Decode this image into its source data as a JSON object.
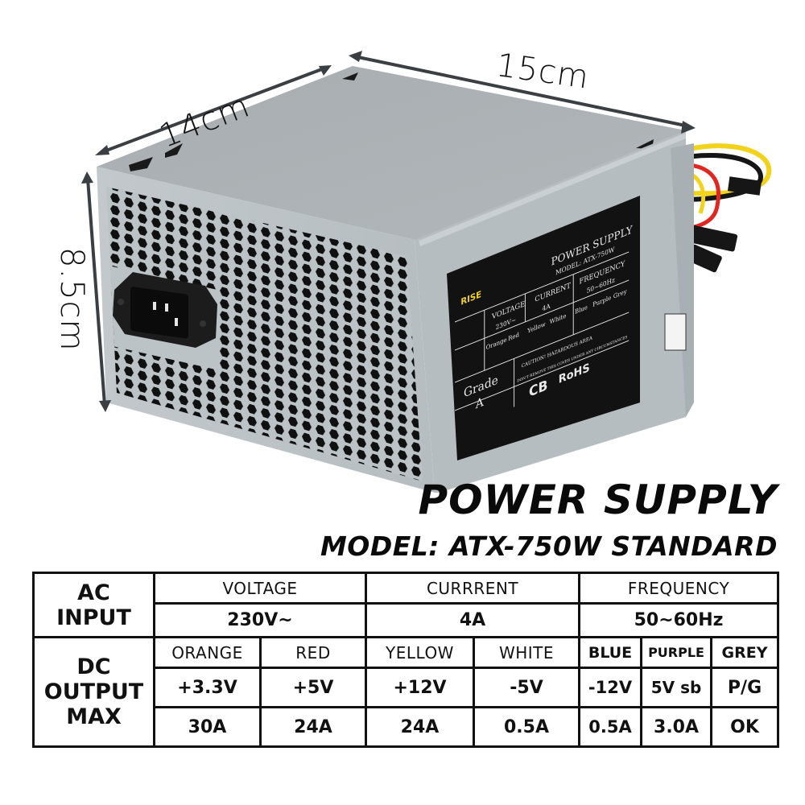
{
  "dimensions": {
    "depth": "14cm",
    "width": "15cm",
    "height": "8.5cm"
  },
  "product_label": {
    "brand": "RISE",
    "title": "POWER SUPPLY",
    "model": "MODEL: ATX-750W",
    "headers": [
      "VOLTAGE",
      "CURRENT",
      "FREQUENCY"
    ],
    "ac_values": [
      "230V~",
      "4A",
      "50~60Hz"
    ],
    "wire_colors": [
      "Orange",
      "Red",
      "Yellow",
      "White",
      "Blue",
      "Purple",
      "Grey"
    ],
    "caution": "CAUTION! HAZARDOUS AREA",
    "warning": "DON'T REMOVE THIS COVER UNDER ANY CIRCUMSTANCES",
    "grade_label": "Grade",
    "grade_value": "A",
    "certifications": [
      "CB",
      "RoHS"
    ]
  },
  "title": "POWER SUPPLY",
  "subtitle": "MODEL: ATX-750W STANDARD",
  "spec_table": {
    "ac_input_label": [
      "AC",
      "INPUT"
    ],
    "dc_output_label": [
      "DC",
      "OUTPUT",
      "MAX"
    ],
    "ac_headers": {
      "voltage": "VOLTAGE",
      "current": "CURRRENT",
      "frequency": "FREQUENCY"
    },
    "ac_values": {
      "voltage": "230V~",
      "current": "4A",
      "frequency": "50~60Hz"
    },
    "dc_columns": [
      {
        "color": "ORANGE",
        "voltage": "+3.3V",
        "current": "30A"
      },
      {
        "color": "RED",
        "voltage": "+5V",
        "current": "24A"
      },
      {
        "color": "YELLOW",
        "voltage": "+12V",
        "current": "24A"
      },
      {
        "color": "WHITE",
        "voltage": "-5V",
        "current": "0.5A"
      },
      {
        "color": "BLUE",
        "voltage": "-12V",
        "current": "0.5A"
      },
      {
        "color": "PURPLE",
        "voltage": "5V sb",
        "current": "3.0A"
      },
      {
        "color": "GREY",
        "voltage": "P/G",
        "current": "OK"
      }
    ]
  },
  "colors": {
    "case_top": "#aab0b3",
    "case_front": "#b9c0c4",
    "case_side": "#b3babd",
    "label_bg": "#121212",
    "arrow": "#3a3f44",
    "cable_yellow": "#f2d21a",
    "cable_red": "#e0261f",
    "cable_black": "#151515"
  }
}
